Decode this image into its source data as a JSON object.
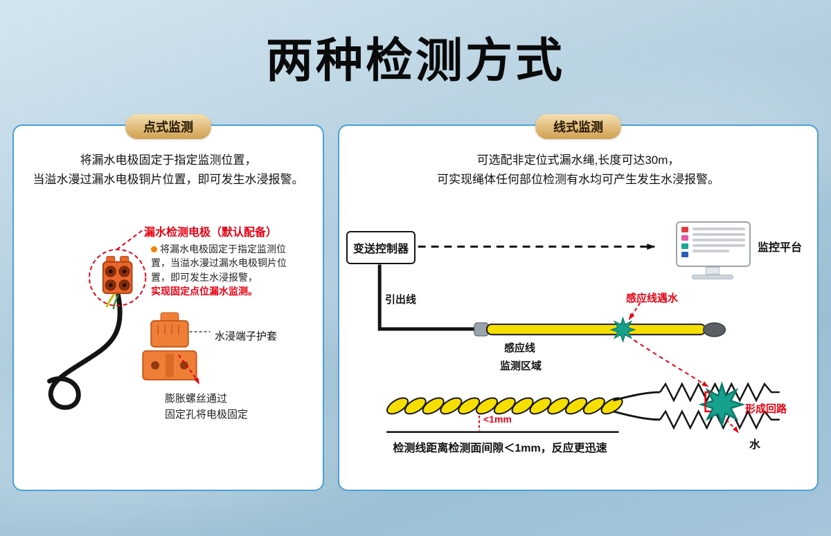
{
  "title": "两种检测方式",
  "left": {
    "badge": "点式监测",
    "intro1": "将漏水电极固定于指定监测位置，",
    "intro2": "当溢水漫过漏水电极铜片位置，即可发生水浸报警。",
    "electrode_title": "漏水检测电极（默认配备）",
    "electrode_text": "将漏水电极固定于指定监测位置，当溢水漫过漏水电极铜片位置，即可发生水浸报警，",
    "electrode_text_red": "实现固定点位漏水监测。",
    "sleeve": "水浸端子护套",
    "screw1": "膨胀螺丝通过",
    "screw2": "固定孔将电极固定"
  },
  "right": {
    "badge": "线式监测",
    "intro1": "可选配非定位式漏水绳,长度可达30m，",
    "intro2": "可实现绳体任何部位检测有水均可产生发生水浸报警。",
    "controller": "变送控制器",
    "platform": "监控平台",
    "lead_wire": "引出线",
    "sensing_wire": "感应线",
    "monitor_area": "监测区域",
    "wet_point": "感应线遇水",
    "gap": "<1mm",
    "gap_caption": "检测线距离检测面间隙＜1mm，反应更迅速",
    "loop": "形成回路",
    "water": "水"
  },
  "colors": {
    "accent_red": "#e60012",
    "badge_gold": "#cfa050",
    "panel_border": "#4aa0d8",
    "teal_splash": "#16a18c",
    "cable_yellow": "#f6df00",
    "electrode_orange": "#e8652c"
  }
}
